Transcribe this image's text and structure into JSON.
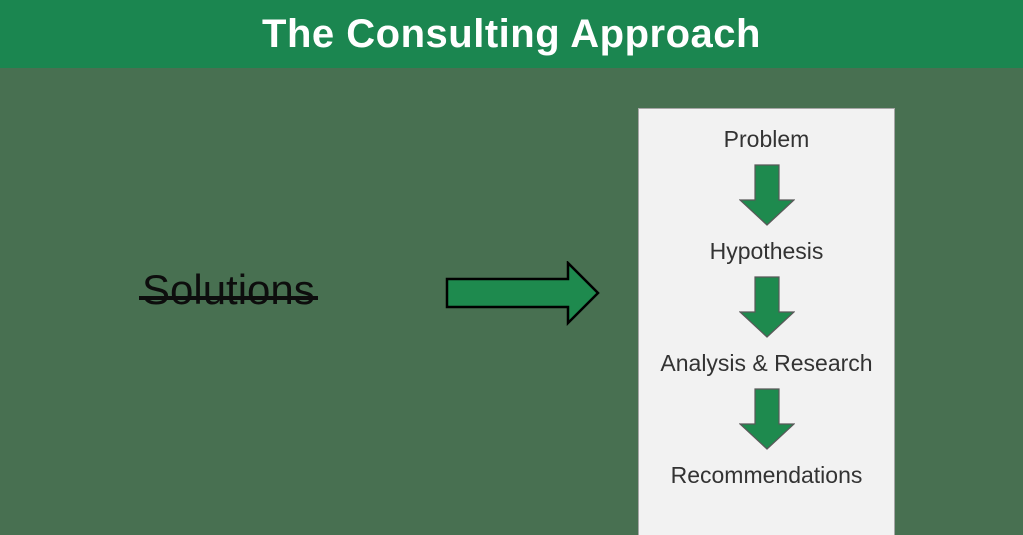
{
  "title": "The Consulting Approach",
  "left_item": {
    "label": "Solutions",
    "strikethrough": true
  },
  "flow": {
    "steps": [
      "Problem",
      "Hypothesis",
      "Analysis & Research",
      "Recommendations"
    ]
  },
  "icons": {
    "right_arrow": "right-arrow-icon",
    "down_arrow": "down-arrow-icon"
  },
  "colors": {
    "header_green": "#1b8650",
    "background_green": "#487051",
    "arrow_green": "#1e8a4e",
    "arrow_outline": "#000000",
    "down_arrow_outline": "#595959",
    "panel_background": "#f2f2f2",
    "panel_border": "#a6a6a6",
    "step_text": "#333333",
    "title_text": "#ffffff",
    "solutions_text": "#0d0d0d"
  }
}
